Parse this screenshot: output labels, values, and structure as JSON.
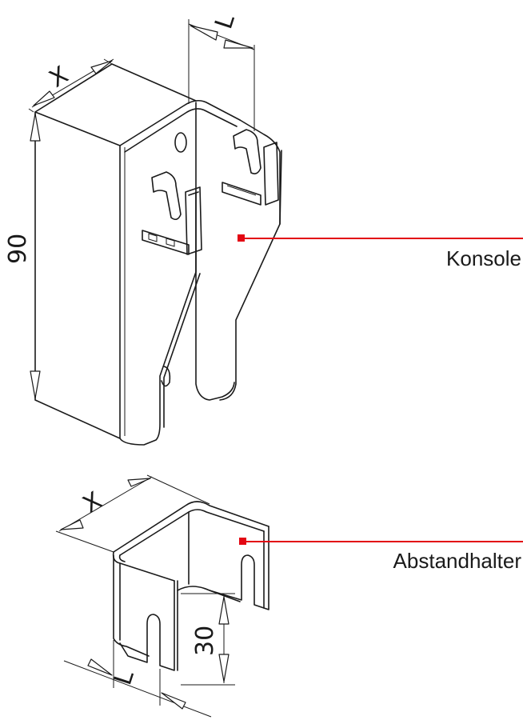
{
  "callouts": {
    "konsole": "Konsole",
    "abstandhalter": "Abstandhalter"
  },
  "dimensions": {
    "konsole_height": "90",
    "konsole_depth": "X",
    "konsole_slot": "L",
    "abstand_depth": "X",
    "abstand_slot": "L",
    "abstand_height": "30"
  },
  "colors": {
    "leader": "#e30613",
    "line": "#1a1a1a"
  }
}
